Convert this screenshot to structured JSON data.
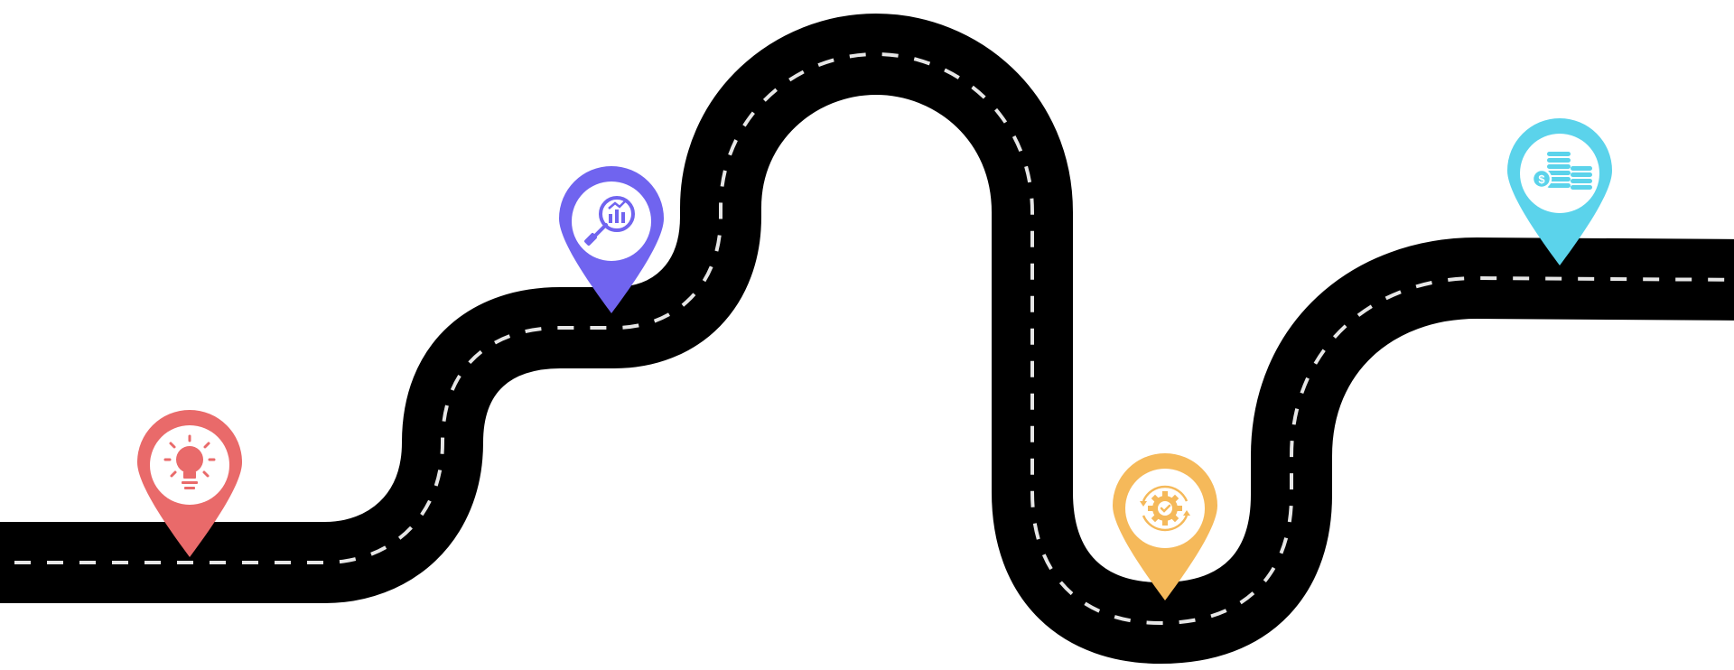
{
  "road": {
    "surface_color": "#000000",
    "lane_marking_color": "#e6e6e6"
  },
  "markers": [
    {
      "id": "idea",
      "icon": "lightbulb-icon",
      "color": "#e96a6a"
    },
    {
      "id": "analysis",
      "icon": "magnifier-chart-icon",
      "color": "#7064ef"
    },
    {
      "id": "process",
      "icon": "gear-cycle-icon",
      "color": "#f5b95a"
    },
    {
      "id": "revenue",
      "icon": "coins-stack-icon",
      "color": "#5bd3eb"
    }
  ]
}
